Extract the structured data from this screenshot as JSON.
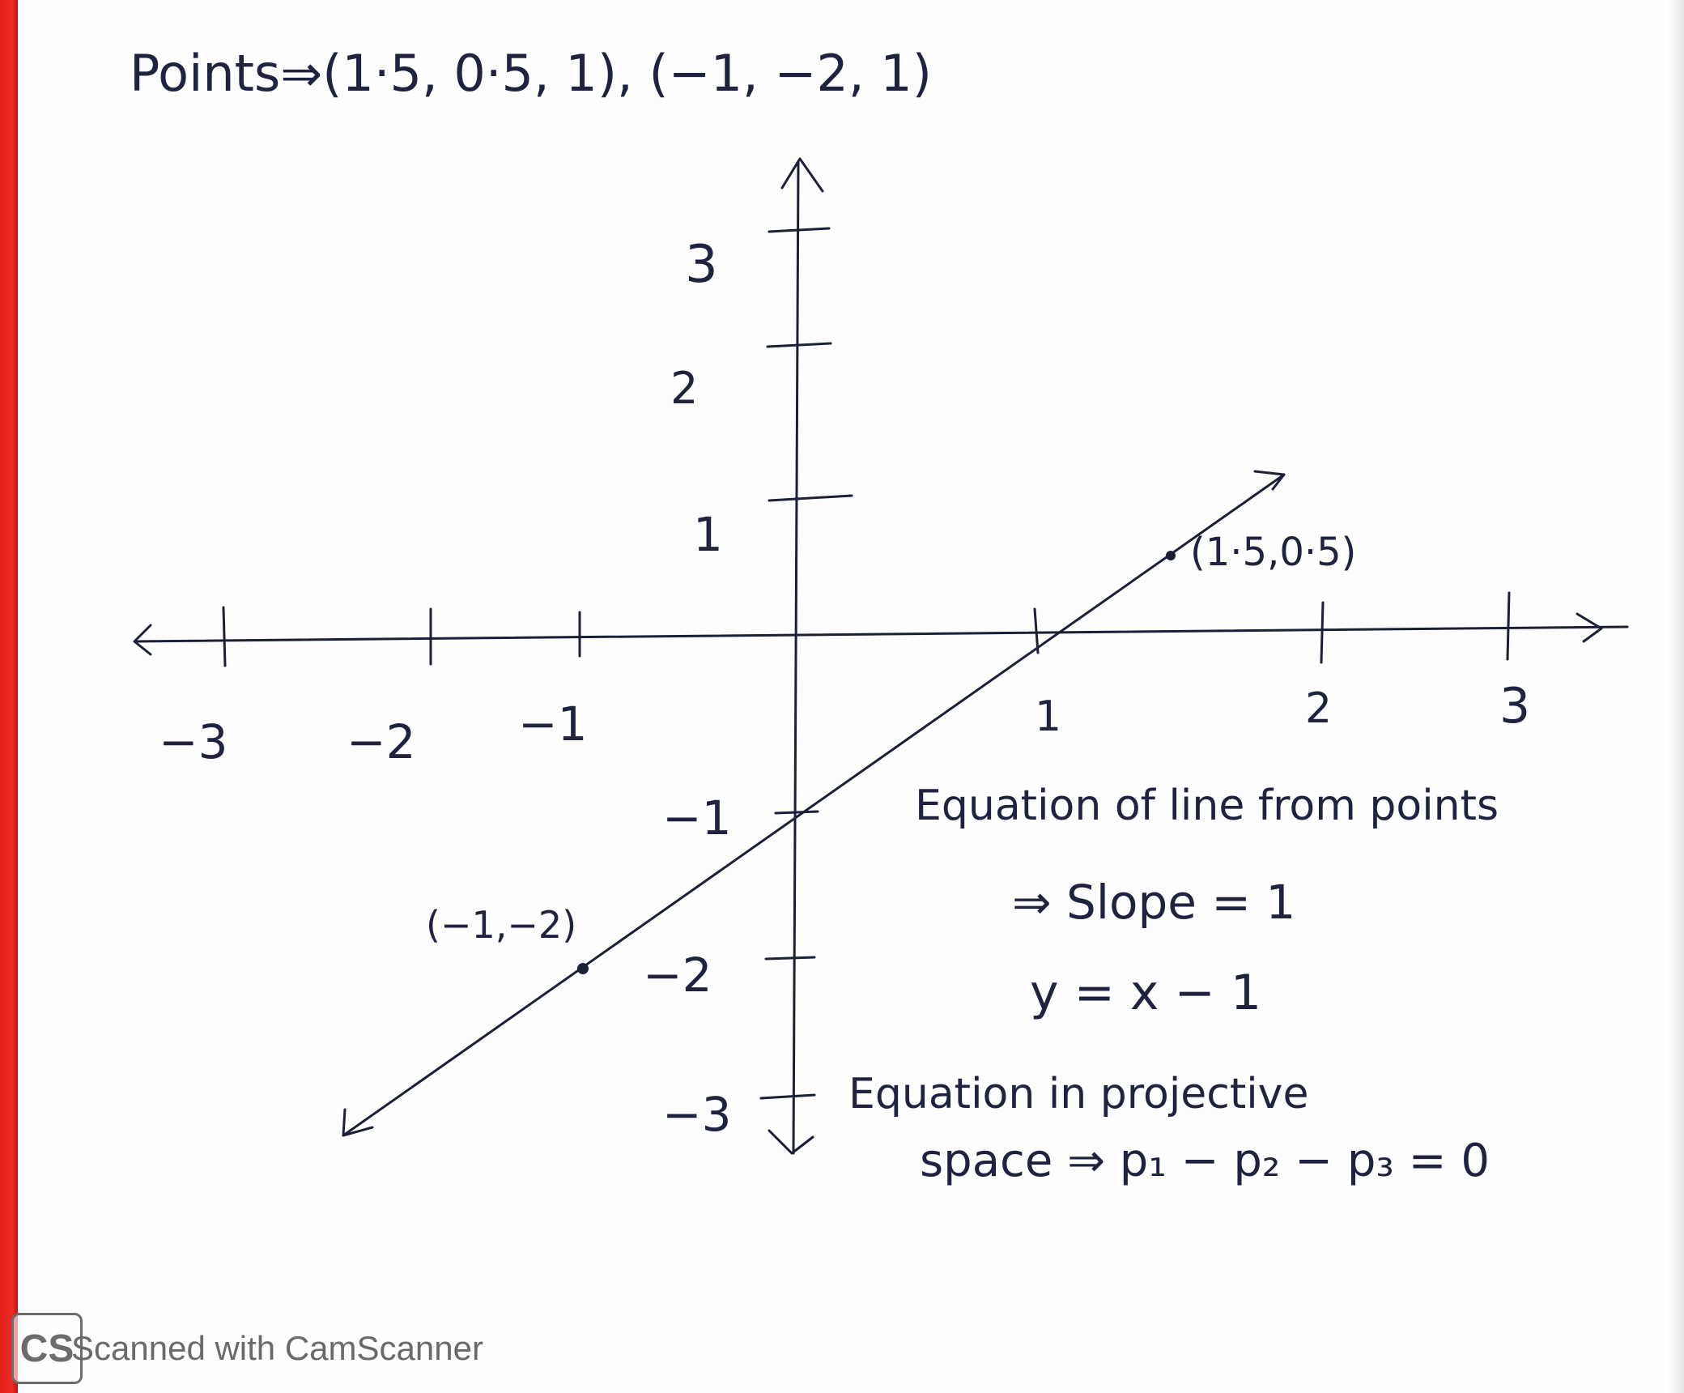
{
  "header": {
    "points_text": "Points⇒(1·5, 0·5, 1), (−1, −2, 1)"
  },
  "axes": {
    "x_tick_labels": [
      "−3",
      "−2",
      "−1",
      "1",
      "2",
      "3"
    ],
    "y_tick_labels": [
      "3",
      "2",
      "1",
      "−1",
      "−2",
      "−3"
    ]
  },
  "points": [
    {
      "label": "(1·5,0·5)",
      "x": 1.5,
      "y": 0.5
    },
    {
      "label": "(−1,−2)",
      "x": -1,
      "y": -2
    }
  ],
  "notes": {
    "line1": "Equation of line from points",
    "line2": "⇒ Slope = 1",
    "line3": "y = x − 1",
    "line4": "Equation in projective",
    "line5": "space ⇒ p₁ − p₂ − p₃ = 0"
  },
  "watermark": {
    "logo": "CS",
    "text": "Scanned with CamScanner"
  },
  "colors": {
    "ink": "#1c2036",
    "paper": "#fdfdfd",
    "edge": "#e0201c"
  }
}
